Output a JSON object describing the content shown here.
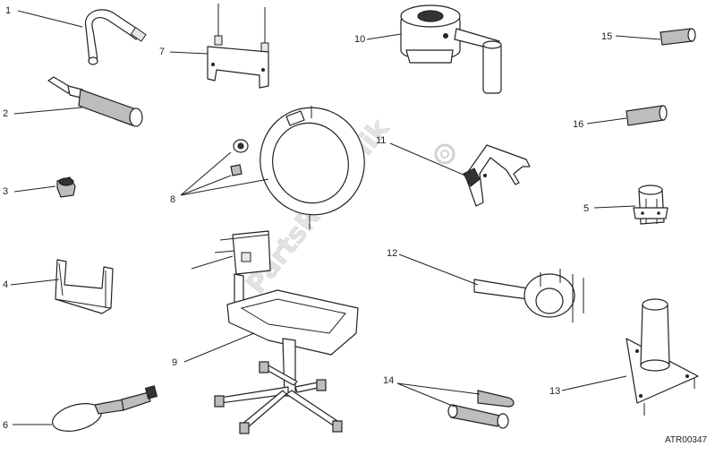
{
  "watermark": "PartsRepublik",
  "drawing_code": "ATR00347",
  "callouts": {
    "c1": "1",
    "c2": "2",
    "c3": "3",
    "c4": "4",
    "c5": "5",
    "c6": "6",
    "c7": "7",
    "c8": "8",
    "c9": "9",
    "c10": "10",
    "c11": "11",
    "c12": "12",
    "c13": "13",
    "c14": "14",
    "c15": "15",
    "c16": "16"
  }
}
